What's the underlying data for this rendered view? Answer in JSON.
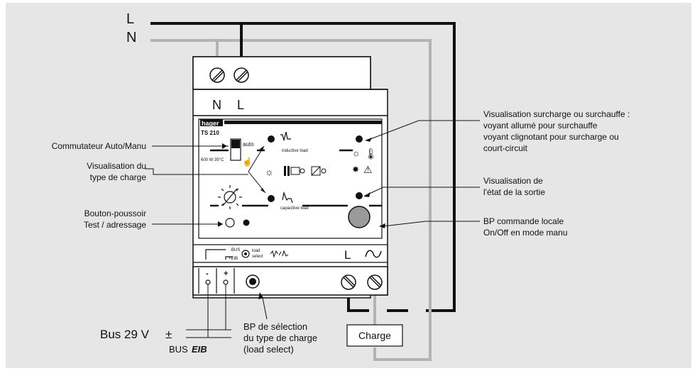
{
  "supply": {
    "line_L": "L",
    "line_N": "N"
  },
  "module": {
    "terminal_N": "N",
    "terminal_L": "L",
    "brand": "hager",
    "model": "TS 210",
    "rating": "600 W 35°C",
    "switch_label": "auto",
    "inductive_label": "inductive load",
    "capacitive_label": "capacitive load",
    "bus_minus": "-BUS",
    "bus_plus": "+EIB",
    "load_select_1": "load",
    "load_select_2": "select",
    "out_L": "L",
    "out_sym": "ᘁ",
    "bus_term_minus": "-",
    "bus_term_plus": "+"
  },
  "labels": {
    "commutateur": "Commutateur Auto/Manu",
    "visu_type_1": "Visualisation du",
    "visu_type_2": "type de charge",
    "bouton_1": "Bouton-poussoir",
    "bouton_2": "Test / adressage",
    "surcharge_1": "Visualisation surcharge ou surchauffe :",
    "surcharge_2": "voyant allumé pour surchauffe",
    "surcharge_3": "voyant clignotant pour surcharge ou",
    "surcharge_4": "court-circuit",
    "etat_1": "Visualisation de",
    "etat_2": "l'état de la sortie",
    "bp_1": "BP commande locale",
    "bp_2": "On/Off en mode manu",
    "bus_voltage": "Bus 29 V",
    "bus_pm": "±",
    "bus_eib_prefix": "BUS",
    "bus_eib": "EIB",
    "select_1": "BP de sélection",
    "select_2": "du type de charge",
    "select_3": "(load select)",
    "charge": "Charge"
  },
  "colors": {
    "background": "#e6e6e6",
    "line_L": "#111111",
    "line_N": "#b8b8b8"
  }
}
